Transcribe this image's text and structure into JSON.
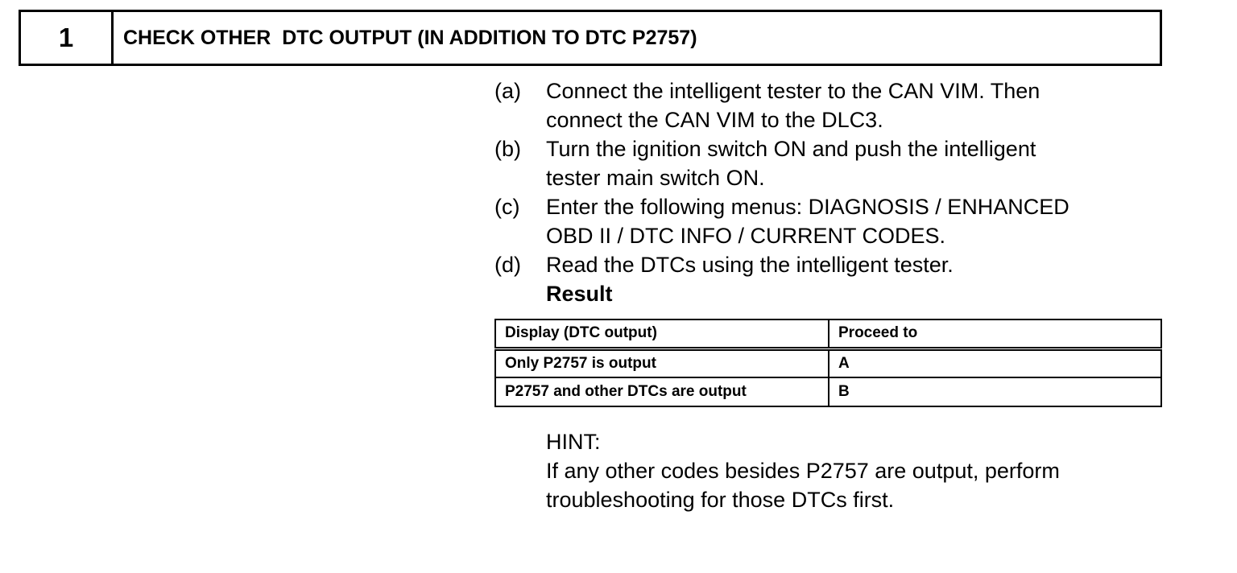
{
  "header": {
    "step_number": "1",
    "title": "CHECK OTHER  DTC OUTPUT (IN ADDITION TO DTC P2757)"
  },
  "steps": [
    {
      "label": "(a)",
      "text": "Connect the intelligent tester to the CAN VIM. Then\nconnect the CAN VIM to the DLC3."
    },
    {
      "label": "(b)",
      "text": "Turn the ignition switch ON and push the intelligent\ntester main switch ON."
    },
    {
      "label": "(c)",
      "text": "Enter the following menus: DIAGNOSIS / ENHANCED\nOBD II / DTC INFO / CURRENT CODES."
    },
    {
      "label": "(d)",
      "text": "Read the DTCs using the intelligent tester."
    }
  ],
  "result": {
    "label": "Result",
    "columns": [
      "Display (DTC output)",
      "Proceed to"
    ],
    "rows": [
      [
        "Only P2757 is output",
        "A"
      ],
      [
        "P2757 and other DTCs are output",
        "B"
      ]
    ]
  },
  "hint": {
    "label": "HINT:",
    "text": "If any other codes besides P2757 are output, perform\ntroubleshooting for those DTCs first."
  }
}
